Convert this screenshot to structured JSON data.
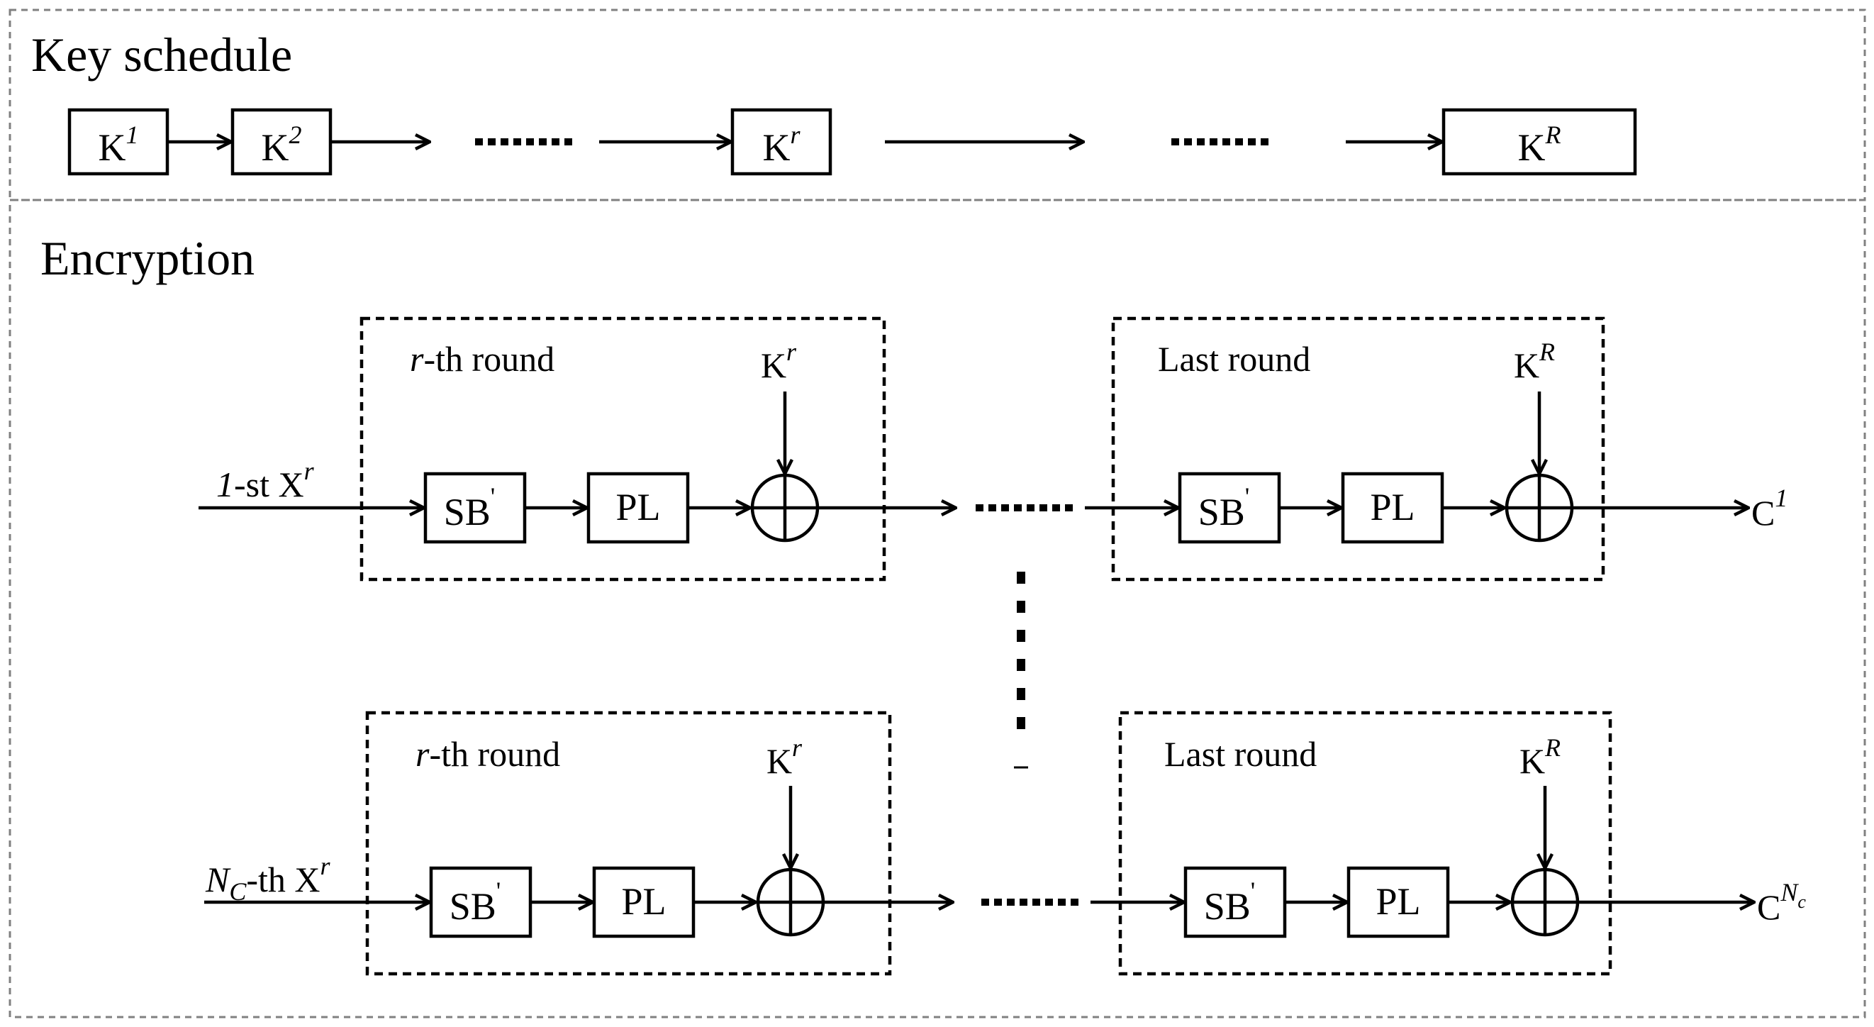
{
  "key_schedule": {
    "title": "Key schedule",
    "keys": [
      {
        "base": "K",
        "sup": "1",
        "sup_italic": true
      },
      {
        "base": "K",
        "sup": "2",
        "sup_italic": true
      },
      {
        "base": "K",
        "sup": "r",
        "sup_italic": true
      },
      {
        "base": "K",
        "sup": "R",
        "sup_italic": true
      }
    ]
  },
  "encryption": {
    "title": "Encryption",
    "rows": [
      {
        "input": {
          "prefix": "1",
          "prefix_italic": true,
          "rest": "-st X",
          "sup": "r"
        },
        "round_label": {
          "italic": "r",
          "rest": "-th round"
        },
        "round_key": {
          "base": "K",
          "sup": "r"
        },
        "last_label": "Last round",
        "last_key": {
          "base": "K",
          "sup": "R"
        },
        "sbox": {
          "base": "SB",
          "sup": "'"
        },
        "perm": "PL",
        "output": {
          "base": "C",
          "sup": "1"
        }
      },
      {
        "input": {
          "prefix": "N",
          "prefix_italic": true,
          "sub": "C",
          "rest": "-th X",
          "sup": "r"
        },
        "round_label": {
          "italic": "r",
          "rest": "-th round"
        },
        "round_key": {
          "base": "K",
          "sup": "r"
        },
        "last_label": "Last round",
        "last_key": {
          "base": "K",
          "sup": "R"
        },
        "sbox": {
          "base": "SB",
          "sup": "'"
        },
        "perm": "PL",
        "output": {
          "base": "C",
          "sup": "N",
          "sup_sub": "c"
        }
      }
    ]
  }
}
